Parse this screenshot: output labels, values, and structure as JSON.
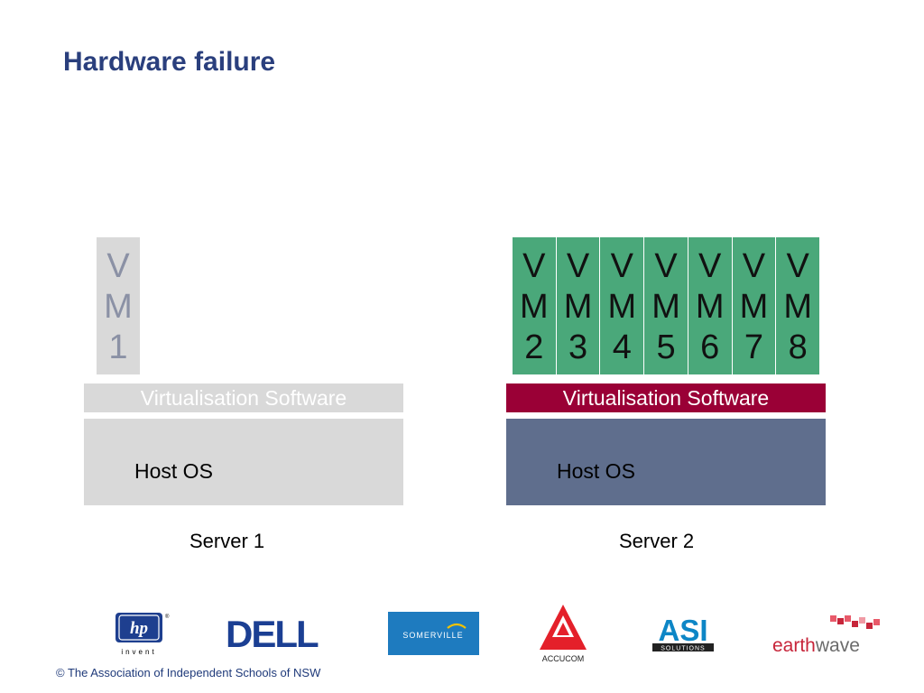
{
  "title": "Hardware failure",
  "server1": {
    "vms": [
      {
        "line1": "V",
        "line2": "M",
        "line3": "1"
      }
    ],
    "virtualisation": "Virtualisation Software",
    "host_os": "Host OS",
    "label": "Server 1",
    "status": "failed"
  },
  "server2": {
    "vms": [
      {
        "line1": "V",
        "line2": "M",
        "line3": "2"
      },
      {
        "line1": "V",
        "line2": "M",
        "line3": "3"
      },
      {
        "line1": "V",
        "line2": "M",
        "line3": "4"
      },
      {
        "line1": "V",
        "line2": "M",
        "line3": "5"
      },
      {
        "line1": "V",
        "line2": "M",
        "line3": "6"
      },
      {
        "line1": "V",
        "line2": "M",
        "line3": "7"
      },
      {
        "line1": "V",
        "line2": "M",
        "line3": "8"
      }
    ],
    "virtualisation": "Virtualisation Software",
    "host_os": "Host OS",
    "label": "Server 2"
  },
  "colors": {
    "title": "#2a3f7d",
    "failed_grey": "#d9d9d9",
    "failed_text": "#8b91a5",
    "vm_green": "#4aa87a",
    "virt_red": "#9a0036",
    "host_slate": "#5f6e8d"
  },
  "logos": [
    {
      "name": "hp",
      "text": "hp",
      "sub": "invent"
    },
    {
      "name": "dell",
      "text": "DELL"
    },
    {
      "name": "somerville",
      "text": "SOMERVILLE"
    },
    {
      "name": "accucom",
      "text": "ACCUCOM"
    },
    {
      "name": "asi",
      "text": "ASI",
      "sub": "SOLUTIONS"
    },
    {
      "name": "earthwave",
      "text_a": "earth",
      "text_b": "wave"
    }
  ],
  "footer": "© The Association of Independent Schools of NSW"
}
